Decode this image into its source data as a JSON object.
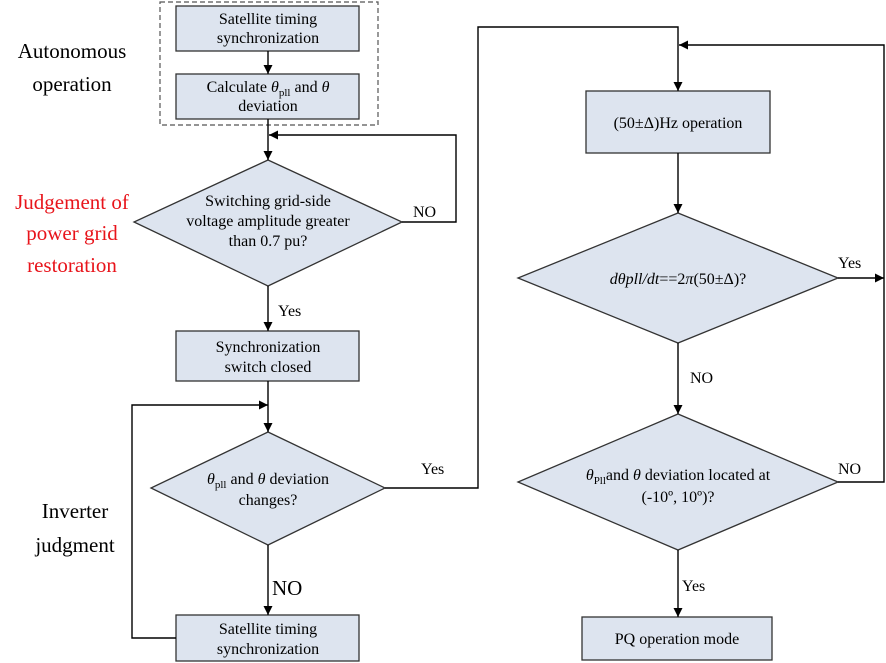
{
  "colors": {
    "box_fill": "#dde4ef",
    "stroke": "#333333",
    "label_red": "#e8141b",
    "label_black": "#000000"
  },
  "side_labels": {
    "autonomous": [
      "Autonomous",
      "operation"
    ],
    "judgement": [
      "Judgement of",
      "power grid",
      "restoration"
    ],
    "inverter": [
      "Inverter",
      "judgment"
    ]
  },
  "nodes": {
    "sat_timing_top": [
      "Satellite timing",
      "synchronization"
    ],
    "calc_deviation": {
      "pre": "Calculate ",
      "theta": "θ",
      "sub": "pll",
      "mid": " and ",
      "theta2": "θ",
      "line2": "deviation"
    },
    "switch_voltage": [
      "Switching grid-side",
      "voltage amplitude greater",
      "than 0.7 pu?"
    ],
    "sync_switch": [
      "Synchronization",
      "switch closed"
    ],
    "deviation_changes": {
      "theta": "θ",
      "sub": "pll",
      "mid": " and ",
      "theta2": "θ",
      "rest": " deviation",
      "line2": "changes?"
    },
    "sat_timing_bottom": [
      "Satellite timing",
      "synchronization"
    ],
    "hz_operation": "(50±Δ)Hz operation",
    "dtheta_check": {
      "lhs": "dθpll/dt",
      "op": "==2",
      "pi": "π",
      "rhs": "(50±Δ)?"
    },
    "deviation_range": {
      "theta": "θ",
      "sub": "Pll",
      "mid": "and ",
      "theta2": "θ",
      "rest": " deviation located at",
      "line2": "(-10º, 10º)?"
    },
    "pq_mode": "PQ operation mode"
  },
  "edge_labels": {
    "no_voltage": "NO",
    "yes_voltage": "Yes",
    "yes_changes": "Yes",
    "no_changes": "NO",
    "yes_dtheta": "Yes",
    "no_dtheta": "NO",
    "no_range": "NO",
    "yes_range": "Yes"
  }
}
